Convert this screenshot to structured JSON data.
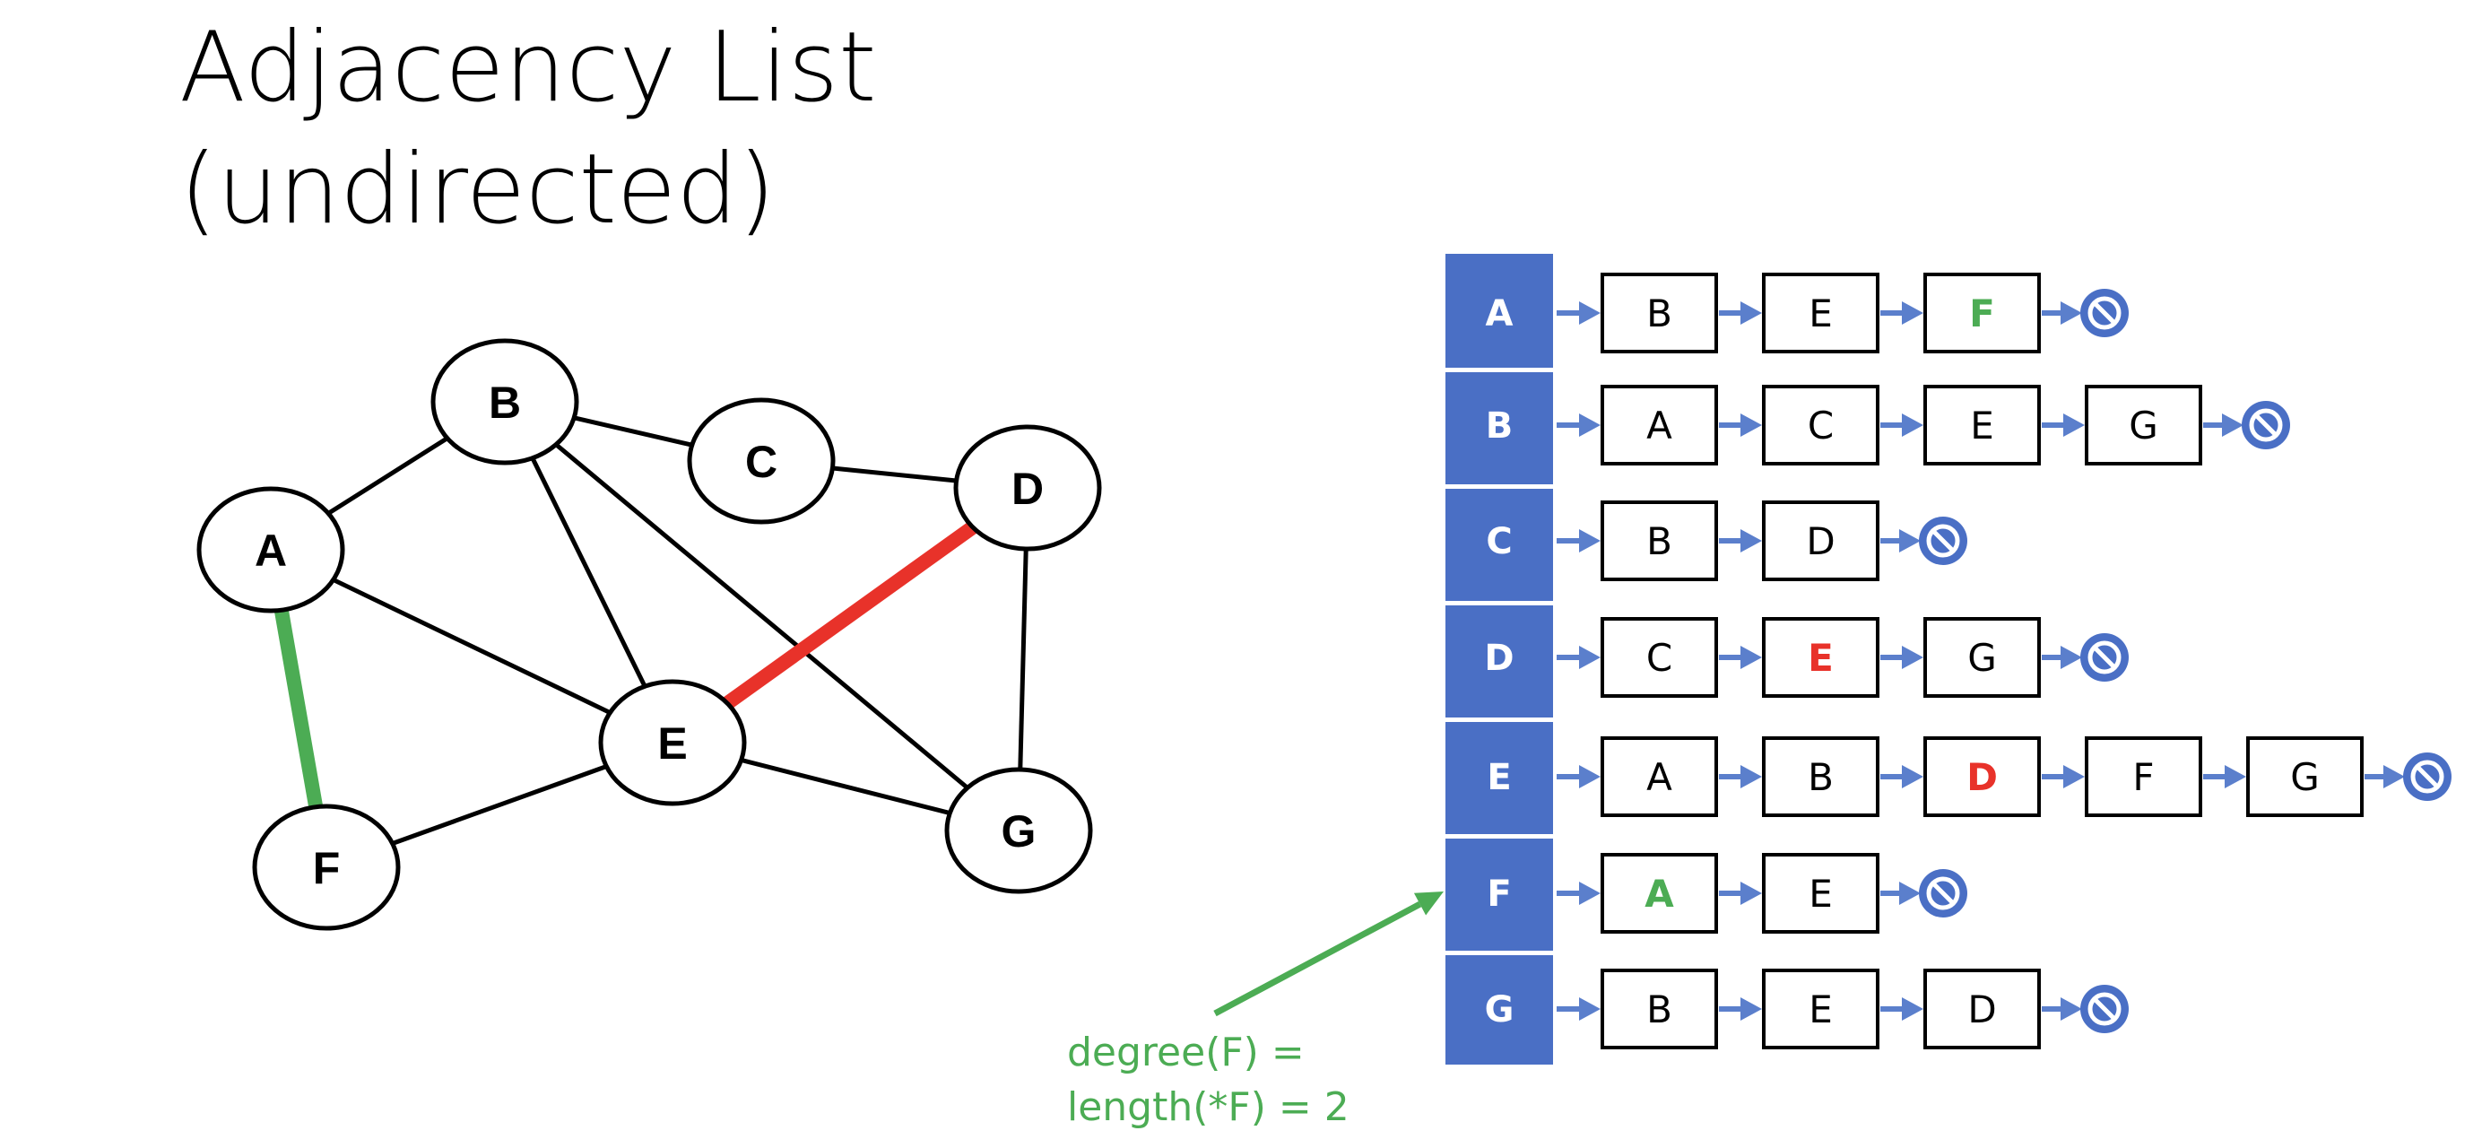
{
  "title": [
    "Adjacency List",
    "(undirected)"
  ],
  "colors": {
    "highlight_green": "#4cac54",
    "highlight_red": "#e8322a",
    "list_blue": "#4a6fc5",
    "arrow_blue": "#5b7fcc",
    "null_blue": "#4a6fc5"
  },
  "graph": {
    "nodes": [
      "A",
      "B",
      "C",
      "D",
      "E",
      "F",
      "G"
    ],
    "edges": [
      {
        "from": "A",
        "to": "B"
      },
      {
        "from": "A",
        "to": "E"
      },
      {
        "from": "A",
        "to": "F",
        "highlight": "green"
      },
      {
        "from": "B",
        "to": "C"
      },
      {
        "from": "B",
        "to": "E"
      },
      {
        "from": "B",
        "to": "G"
      },
      {
        "from": "C",
        "to": "D"
      },
      {
        "from": "D",
        "to": "E",
        "highlight": "red"
      },
      {
        "from": "D",
        "to": "G"
      },
      {
        "from": "E",
        "to": "F"
      },
      {
        "from": "E",
        "to": "G"
      }
    ]
  },
  "adjacency": [
    {
      "vertex": "A",
      "neighbors": [
        {
          "label": "B"
        },
        {
          "label": "E"
        },
        {
          "label": "F",
          "color": "green"
        }
      ]
    },
    {
      "vertex": "B",
      "neighbors": [
        {
          "label": "A"
        },
        {
          "label": "C"
        },
        {
          "label": "E"
        },
        {
          "label": "G"
        }
      ]
    },
    {
      "vertex": "C",
      "neighbors": [
        {
          "label": "B"
        },
        {
          "label": "D"
        }
      ]
    },
    {
      "vertex": "D",
      "neighbors": [
        {
          "label": "C"
        },
        {
          "label": "E",
          "color": "red"
        },
        {
          "label": "G"
        }
      ]
    },
    {
      "vertex": "E",
      "neighbors": [
        {
          "label": "A"
        },
        {
          "label": "B"
        },
        {
          "label": "D",
          "color": "red"
        },
        {
          "label": "F"
        },
        {
          "label": "G"
        }
      ]
    },
    {
      "vertex": "F",
      "neighbors": [
        {
          "label": "A",
          "color": "green"
        },
        {
          "label": "E"
        }
      ]
    },
    {
      "vertex": "G",
      "neighbors": [
        {
          "label": "B"
        },
        {
          "label": "E"
        },
        {
          "label": "D"
        }
      ]
    }
  ],
  "annotation": [
    "degree(F) =",
    "length(*F) = 2"
  ]
}
